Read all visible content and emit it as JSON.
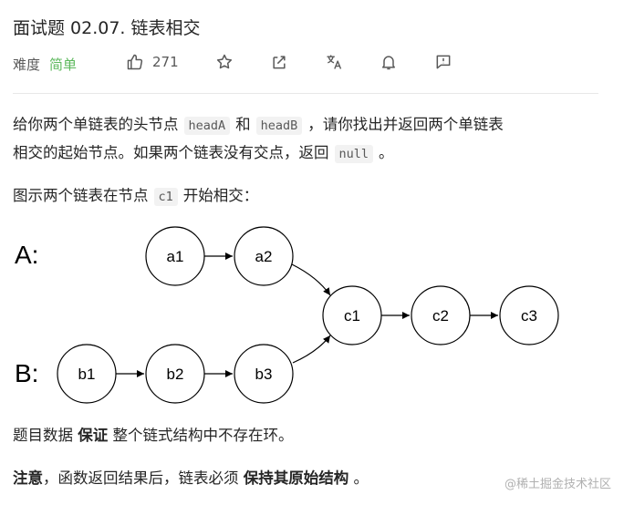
{
  "title": "面试题 02.07. 链表相交",
  "meta": {
    "difficulty_label": "难度",
    "difficulty_value": "简单",
    "likes": "271"
  },
  "description": {
    "line1_pre": "给你两个单链表的头节点",
    "code_headA": "headA",
    "line1_and": "和",
    "code_headB": "headB",
    "line1_post": "，请你找出并返回两个单链表",
    "line2_pre": "相交的起始节点。如果两个链表没有交点，返回",
    "code_null": "null",
    "line2_post": "。",
    "line3_pre": "图示两个链表在节点",
    "code_c1": "c1",
    "line3_post": "开始相交："
  },
  "diagram": {
    "labels": {
      "A": "A:",
      "B": "B:"
    },
    "nodes": [
      "a1",
      "a2",
      "b1",
      "b2",
      "b3",
      "c1",
      "c2",
      "c3"
    ]
  },
  "footer": {
    "line1_pre": "题目数据",
    "line1_bold": "保证",
    "line1_post": "整个链式结构中不存在环。",
    "line2_bold1": "注意",
    "line2_mid": "，函数返回结果后，链表必须",
    "line2_bold2": "保持其原始结构",
    "line2_post": "。"
  },
  "watermark": "@稀土掘金技术社区",
  "icons": [
    "thumbs-up-icon",
    "star-icon",
    "share-icon",
    "translate-icon",
    "bell-icon",
    "comment-icon"
  ]
}
